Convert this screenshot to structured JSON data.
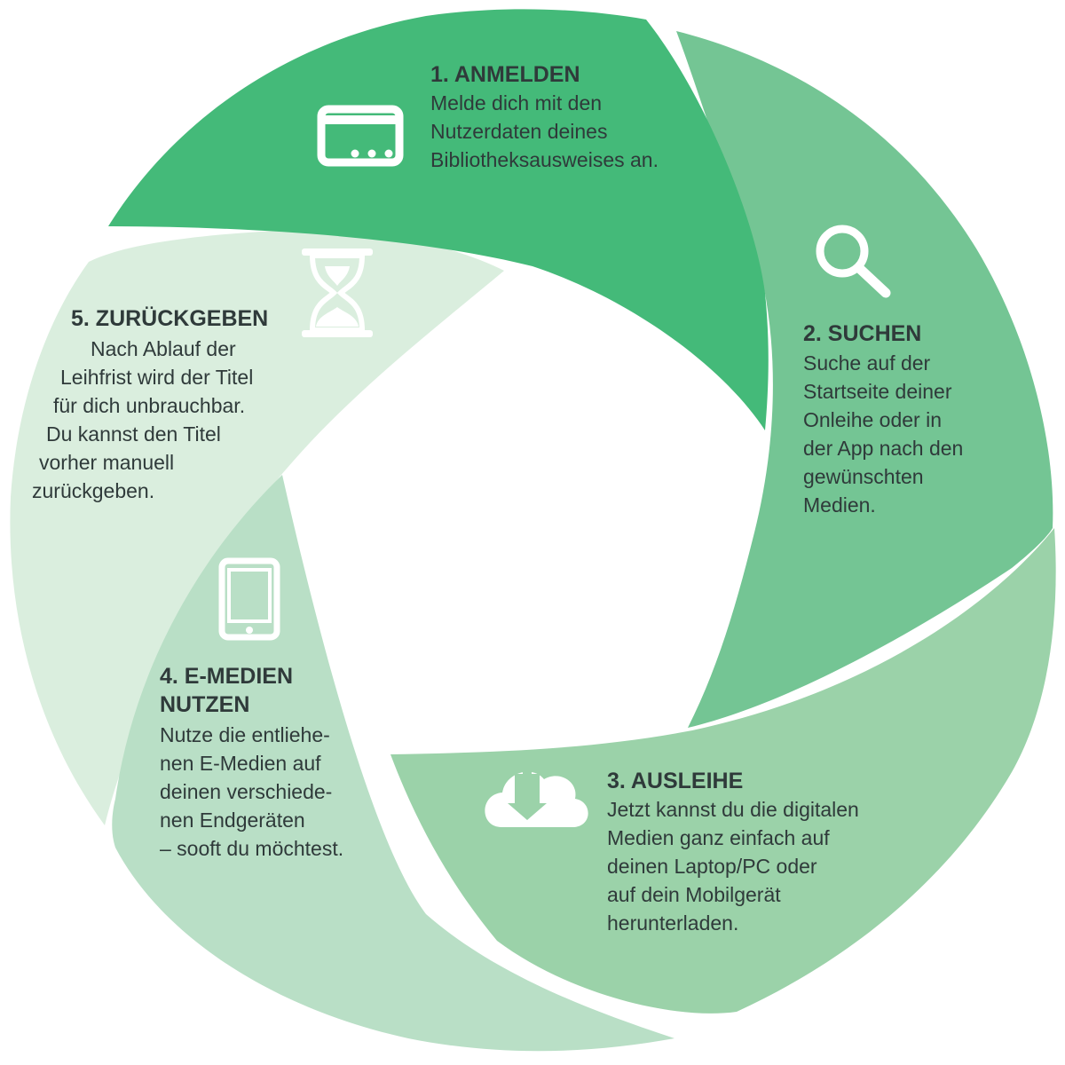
{
  "colors": {
    "segment_1": "#44ba79",
    "segment_2": "#74c594",
    "segment_3": "#9bd2a9",
    "segment_4": "#b9dfc6",
    "segment_5": "#daeede",
    "icon": "#ffffff",
    "text": "#2f3a3a"
  },
  "steps": [
    {
      "title": "1. ANMELDEN",
      "icon": "credit-card-icon",
      "lines": [
        "Melde dich mit den",
        "Nutzerdaten deines",
        "Bibliotheksausweises an."
      ]
    },
    {
      "title": "2. SUCHEN",
      "icon": "search-icon",
      "lines": [
        "Suche auf der",
        "Startseite deiner",
        "Onleihe oder in",
        "der App nach den",
        "gewünschten",
        "Medien."
      ]
    },
    {
      "title": "3. AUSLEIHE",
      "icon": "cloud-download-icon",
      "lines": [
        "Jetzt kannst du die digitalen",
        "Medien ganz einfach auf",
        "deinen Laptop/PC oder",
        "auf dein Mobilgerät",
        "herunterladen."
      ]
    },
    {
      "title": "4. E-MEDIEN",
      "title_2": "NUTZEN",
      "icon": "tablet-icon",
      "lines": [
        "Nutze die entliehe-",
        "nen E-Medien auf",
        "deinen verschiede-",
        "nen Endgeräten",
        "– sooft du möchtest."
      ]
    },
    {
      "title": "5. ZURÜCKGEBEN",
      "icon": "hourglass-icon",
      "lines": [
        "Nach Ablauf der",
        "Leihfrist wird der Titel",
        "für dich unbrauchbar.",
        "Du kannst den Titel",
        "vorher manuell",
        "zurückgeben."
      ]
    }
  ]
}
